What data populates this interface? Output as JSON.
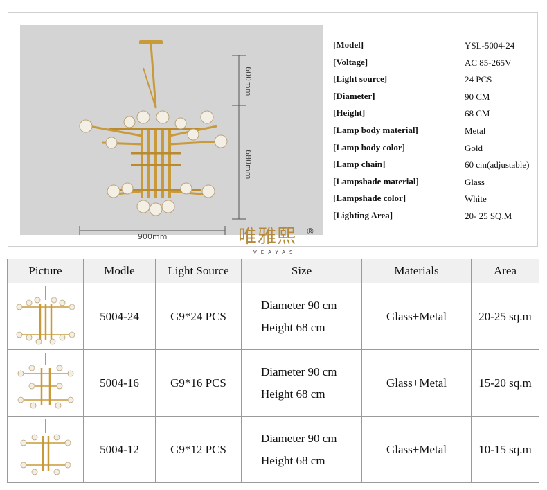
{
  "diagram": {
    "height_top": "600mm",
    "height_body": "680mm",
    "width": "900mm"
  },
  "specs": [
    {
      "label": "[Model]",
      "value": "YSL-5004-24"
    },
    {
      "label": "[Voltage]",
      "value": "AC 85-265V"
    },
    {
      "label": "[Light source]",
      "value": "24 PCS"
    },
    {
      "label": "[Diameter]",
      "value": "90 CM"
    },
    {
      "label": "[Height]",
      "value": "68 CM"
    },
    {
      "label": "[Lamp body material]",
      "value": "Metal"
    },
    {
      "label": "[Lamp body color]",
      "value": "Gold"
    },
    {
      "label": "[Lamp chain]",
      "value": "60 cm(adjustable)"
    },
    {
      "label": "[Lampshade material]",
      "value": "Glass"
    },
    {
      "label": "[Lampshade color]",
      "value": "White"
    },
    {
      "label": "[Lighting Area]",
      "value": "20- 25 SQ.M"
    }
  ],
  "brand": {
    "cn": "唯雅熙",
    "reg": "®",
    "en": "VEAYAS",
    "color": "#b5893c"
  },
  "table": {
    "headers": [
      "Picture",
      "Modle",
      "Light Source",
      "Size",
      "Materials",
      "Area"
    ],
    "rows": [
      {
        "model": "5004-24",
        "light": "G9*24 PCS",
        "diameter": "Diameter 90 cm",
        "height": "Height 68 cm",
        "materials": "Glass+Metal",
        "area": "20-25 sq.m"
      },
      {
        "model": "5004-16",
        "light": "G9*16 PCS",
        "diameter": "Diameter 90 cm",
        "height": "Height 68 cm",
        "materials": "Glass+Metal",
        "area": "15-20 sq.m"
      },
      {
        "model": "5004-12",
        "light": "G9*12 PCS",
        "diameter": "Diameter 90 cm",
        "height": "Height 68 cm",
        "materials": "Glass+Metal",
        "area": "10-15 sq.m"
      }
    ]
  }
}
